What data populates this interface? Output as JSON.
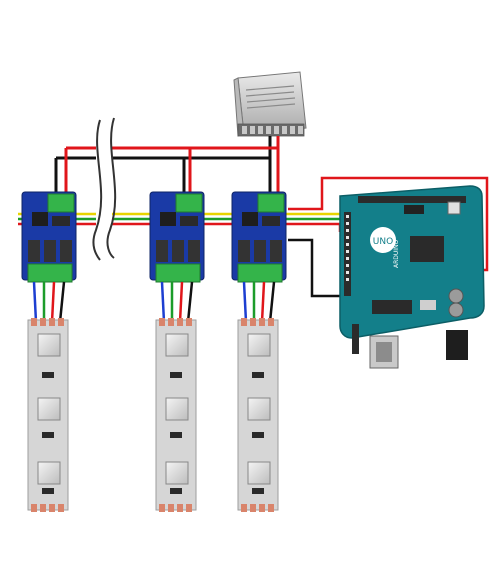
{
  "board": {
    "logo_text": "UNO",
    "brand_text": "ARDUINO",
    "color": "#137f8a"
  },
  "controllers": [
    {
      "id": "ctrl-1"
    },
    {
      "id": "ctrl-2"
    },
    {
      "id": "ctrl-3"
    }
  ],
  "strips": [
    {
      "id": "strip-1"
    },
    {
      "id": "strip-2"
    },
    {
      "id": "strip-3"
    }
  ],
  "colors": {
    "wire_red": "#e0161b",
    "wire_black": "#111111",
    "wire_yellow": "#e8d400",
    "wire_green": "#1c9c2a",
    "wire_blue": "#1d3fd1",
    "controller_pcb": "#1a3aa6",
    "terminal_green": "#34b44a",
    "strip_body": "#d6d6d6",
    "strip_pads": "#d9846b"
  },
  "icons": {
    "power_supply": "power-supply-icon",
    "wire_break": "wire-break-icon"
  }
}
